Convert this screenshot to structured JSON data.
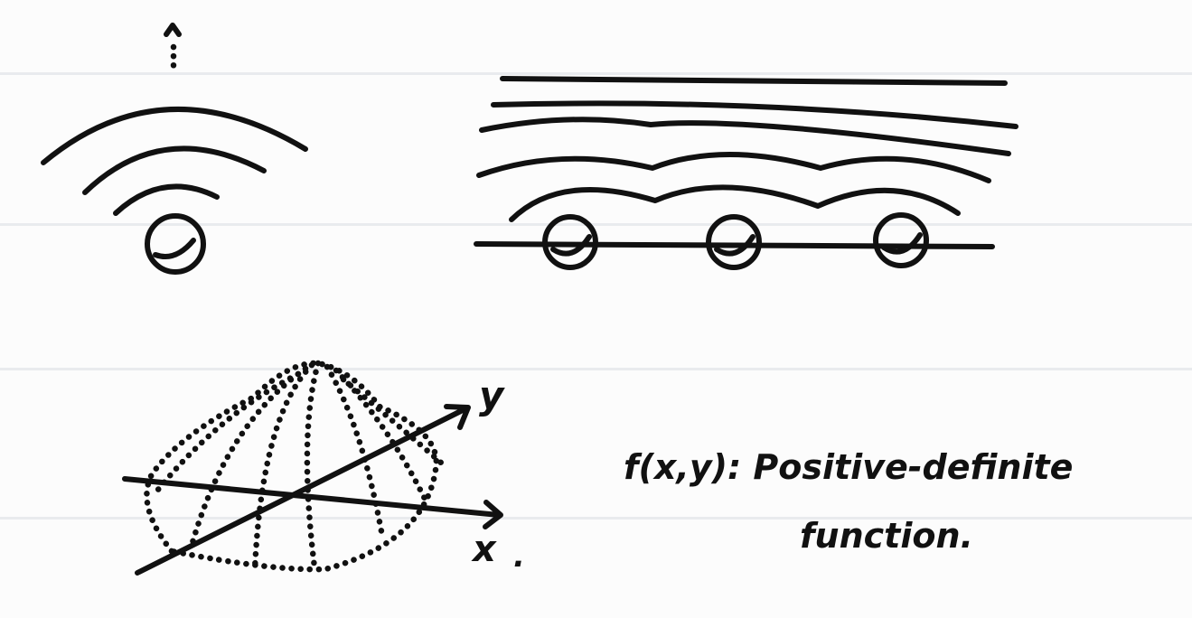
{
  "sketch": {
    "axis_y_label": "y",
    "axis_x_label": "x",
    "axis_x_period": ".",
    "caption_line1": "f(x,y): Positive-definite",
    "caption_line2": "function.",
    "ink_color": "#111111",
    "paper_color": "#fcfcfc",
    "rule_color": "#e9ebee"
  }
}
